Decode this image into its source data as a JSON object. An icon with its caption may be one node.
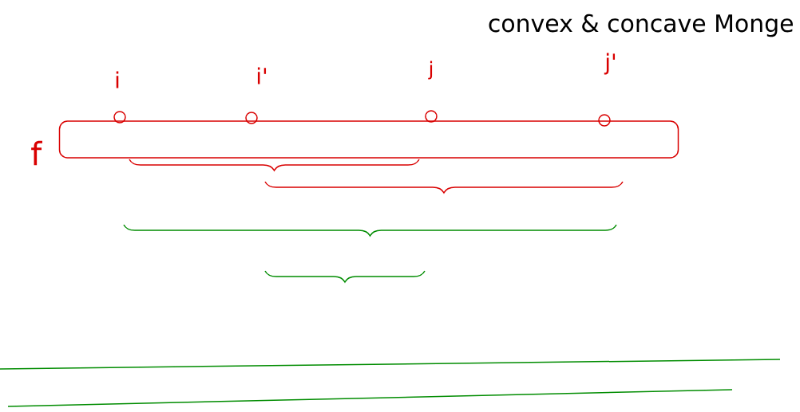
{
  "diagram": {
    "title": "convex & concave Monge",
    "nodes": [
      {
        "text": [],
        "shape": "box",
        "beside": [
          "f"
        ]
      }
    ],
    "labels": [
      "i",
      "i'",
      "j",
      "j'"
    ]
  }
}
